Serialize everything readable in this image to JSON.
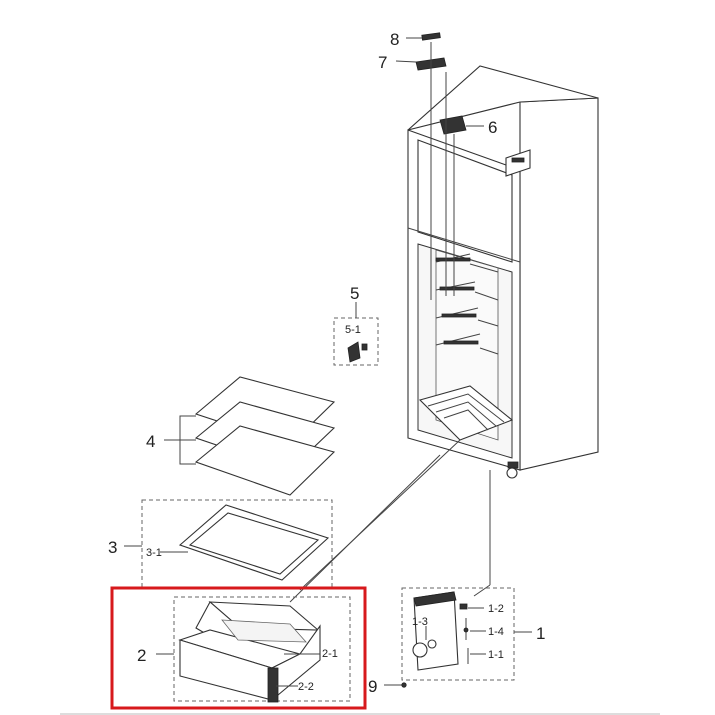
{
  "labels": {
    "l1": "1",
    "l1_1": "1-1",
    "l1_2": "1-2",
    "l1_3": "1-3",
    "l1_4": "1-4",
    "l2": "2",
    "l2_1": "2-1",
    "l2_2": "2-2",
    "l3": "3",
    "l3_1": "3-1",
    "l4": "4",
    "l5": "5",
    "l5_1": "5-1",
    "l6": "6",
    "l7": "7",
    "l8": "8",
    "l9": "9"
  },
  "colors": {
    "highlight": "#d7191c",
    "line": "#444444"
  }
}
